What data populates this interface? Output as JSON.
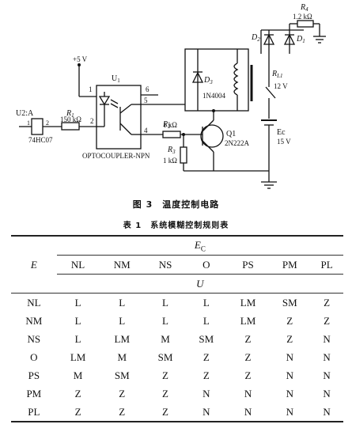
{
  "figure": {
    "labels": {
      "u2a": "U2:A",
      "ic_pin1": "1",
      "ic_pin2": "2",
      "ic_part": "74HC07",
      "r1": "R",
      "r1_sub": "1",
      "r1_val": "150 kΩ",
      "node_2": "2",
      "vplus": "+5 V",
      "u1": "U",
      "u1_sub": "1",
      "opto_pin1": "1",
      "opto_pin5": "5",
      "opto_pin6": "6",
      "opto_pin4": "4",
      "opto_part": "OPTOCOUPLER-NPN",
      "r2": "R",
      "r2_sub": "2",
      "r2_val": "1 kΩ",
      "r3": "R",
      "r3_sub": "3",
      "r3_val": "1 kΩ",
      "q1": "Q1",
      "q1_part": "2N222A",
      "d3": "D",
      "d3_sub": "3",
      "d3_part": "1N4004",
      "rl1": "R",
      "rl1_sub": "L1",
      "rl1_val": "12 V",
      "ec": "Ec",
      "ec_val": "15 V",
      "r4": "R",
      "r4_sub": "4",
      "r4_val": "1.2 kΩ",
      "d2": "D",
      "d2_sub": "2",
      "d1": "D",
      "d1_sub": "1"
    },
    "caption": "图 3　温度控制电路"
  },
  "table": {
    "caption": "表 1　系统模糊控制规则表",
    "row_header": "E",
    "ec_header": "E",
    "ec_header_sub": "C",
    "u_header": "U",
    "columns": [
      "NL",
      "NM",
      "NS",
      "O",
      "PS",
      "PM",
      "PL"
    ],
    "rows": [
      {
        "label": "NL",
        "cells": [
          "L",
          "L",
          "L",
          "L",
          "LM",
          "SM",
          "Z"
        ]
      },
      {
        "label": "NM",
        "cells": [
          "L",
          "L",
          "L",
          "L",
          "LM",
          "Z",
          "Z"
        ]
      },
      {
        "label": "NS",
        "cells": [
          "L",
          "LM",
          "M",
          "SM",
          "Z",
          "Z",
          "N"
        ]
      },
      {
        "label": "O",
        "cells": [
          "LM",
          "M",
          "SM",
          "Z",
          "Z",
          "N",
          "N"
        ]
      },
      {
        "label": "PS",
        "cells": [
          "M",
          "SM",
          "Z",
          "Z",
          "Z",
          "N",
          "N"
        ]
      },
      {
        "label": "PM",
        "cells": [
          "Z",
          "Z",
          "Z",
          "N",
          "N",
          "N",
          "N"
        ]
      },
      {
        "label": "PL",
        "cells": [
          "Z",
          "Z",
          "Z",
          "N",
          "N",
          "N",
          "N"
        ]
      }
    ]
  }
}
